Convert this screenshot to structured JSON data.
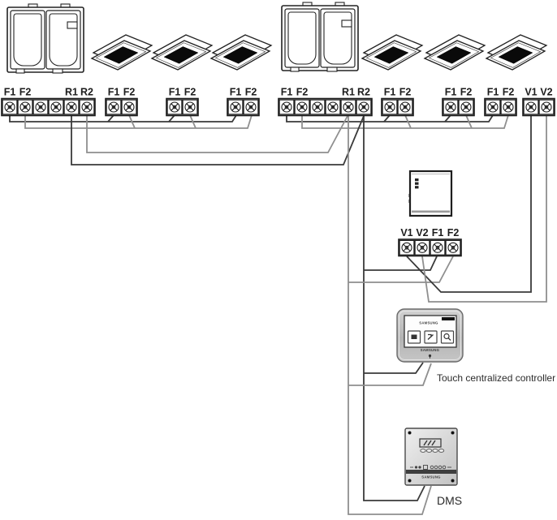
{
  "diagram": {
    "background": "#ffffff",
    "terminal_labels": {
      "f1": "F1",
      "f2": "F2",
      "r1": "R1",
      "r2": "R2",
      "v1": "V1",
      "v2": "V2"
    },
    "devices": {
      "touch_controller": {
        "screen_brand": "SAMSUNG",
        "bezel_brand": "SAMSUNG",
        "caption": "Touch centralized controller"
      },
      "dms": {
        "brand": "SAMSUNG",
        "caption": "DMS"
      }
    },
    "wire_colors": {
      "dark": "#3a3a3a",
      "gray": "#8f8f8f"
    }
  }
}
